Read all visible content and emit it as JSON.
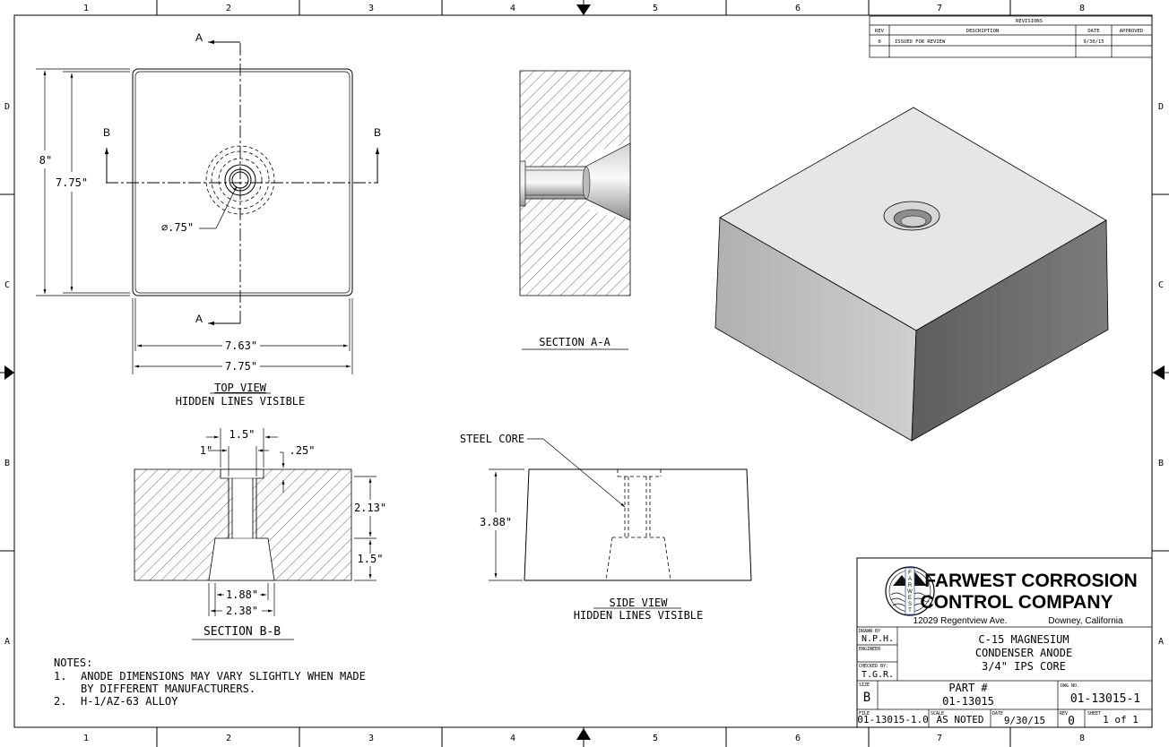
{
  "border": {
    "columns": [
      "1",
      "2",
      "3",
      "4",
      "5",
      "6",
      "7",
      "8"
    ],
    "rows": [
      "D",
      "C",
      "B",
      "A"
    ]
  },
  "revisions": {
    "title": "REVISIONS",
    "headers": {
      "rev": "REV",
      "description": "DESCRIPTION",
      "date": "DATE",
      "approved": "APPROVED"
    },
    "rows": [
      {
        "rev": "0",
        "description": "ISSUED FOR REVIEW",
        "date": "9/30/15",
        "approved": ""
      }
    ]
  },
  "top_view": {
    "title": "TOP VIEW",
    "subtitle": "HIDDEN LINES VISIBLE",
    "section_a": "A",
    "section_b": "B",
    "dim_height_outer": "8\"",
    "dim_height_inner": "7.75\"",
    "dim_hole": "∅.75\"",
    "dim_width_inner": "7.63\"",
    "dim_width_outer": "7.75\""
  },
  "section_aa": {
    "title": "SECTION A-A"
  },
  "section_bb": {
    "title": "SECTION B-B",
    "dim_top": "1.5\"",
    "dim_core": "1\"",
    "dim_recess": ".25\"",
    "dim_upper": "2.13\"",
    "dim_lower": "1.5\"",
    "dim_bottom_inner": "1.88\"",
    "dim_bottom_outer": "2.38\""
  },
  "side_view": {
    "title": "SIDE VIEW",
    "subtitle": "HIDDEN LINES VISIBLE",
    "callout": "STEEL CORE",
    "dim_height": "3.88\""
  },
  "notes": {
    "heading": "NOTES:",
    "items": [
      {
        "num": "1.",
        "line1": "ANODE DIMENSIONS MAY VARY SLIGHTLY WHEN MADE",
        "line2": "BY DIFFERENT MANUFACTURERS."
      },
      {
        "num": "2.",
        "line1": "H-1/AZ-63 ALLOY",
        "line2": ""
      }
    ]
  },
  "title_block": {
    "company_line1": "FARWEST CORROSION",
    "company_line2": "CONTROL COMPANY",
    "logo_text": "FARWEST",
    "address": "12029 Regentview Ave.",
    "city": "Downey, California",
    "drawn_by_label": "DRAWN BY",
    "drawn_by": "N.P.H.",
    "engineer_label": "ENGINEER",
    "checked_by_label": "CHECKED BY:",
    "checked_by": "T.G.R.",
    "desc_line1": "C-15 MAGNESIUM",
    "desc_line2": "CONDENSER ANODE",
    "desc_line3": "3/4\" IPS CORE",
    "size_label": "SIZE",
    "size": "B",
    "part_label": "PART #",
    "part_number": "01-13015",
    "dwg_label": "DWG NO.",
    "dwg_number": "01-13015-1",
    "file_label": "FILE",
    "file": "01-13015-1.0",
    "scale_label": "SCALE",
    "scale": "AS NOTED",
    "date_label": "DATE",
    "date": "9/30/15",
    "rev_label": "REV",
    "rev": "0",
    "sheet_label": "SHEET",
    "sheet": "1 of 1"
  },
  "colors": {
    "iso_top": "#e6e6e6",
    "iso_left": "#bdbdbd",
    "iso_front": "#6a6a6a",
    "accent_blue": "#2a5aa8"
  }
}
